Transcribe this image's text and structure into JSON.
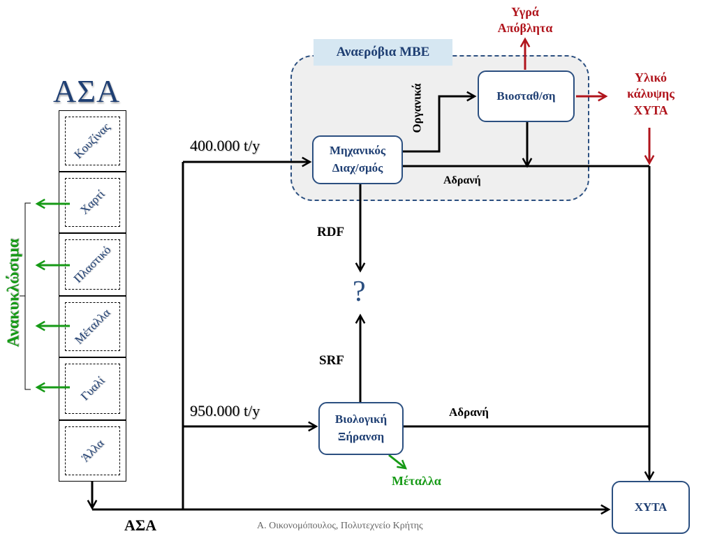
{
  "title": "ΑΣΑ",
  "waste_streams": [
    "Κουζίνας",
    "Χαρτί",
    "Πλαστικό",
    "Μέταλλα",
    "Γυαλί",
    "Άλλα"
  ],
  "recyclables_label": "Ανακυκλώσιμα",
  "mbe_title": "Αναερόβια ΜΒΕ",
  "boxes": {
    "mechanical_line1": "Μηχανικός",
    "mechanical_line2": "Διαχ/σμός",
    "biostab": "Βιοσταθ/ση",
    "bio_dry_line1": "Βιολογική",
    "bio_dry_line2": "Ξήρανση",
    "landfill": "ΧΥΤΑ"
  },
  "labels": {
    "flow_400": "400.000 t/y",
    "flow_950": "950.000 t/y",
    "organics": "Οργανικά",
    "inert_top": "Αδρανή",
    "inert_bottom": "Αδρανή",
    "rdf": "RDF",
    "srf": "SRF",
    "question": "?",
    "metals": "Μέταλλα",
    "asa_bottom": "ΑΣΑ",
    "liquid_line1": "Υγρά",
    "liquid_line2": "Απόβλητα",
    "cover_line1": "Υλικό",
    "cover_line2": "κάλυψης",
    "cover_line3": "ΧΥΤΑ"
  },
  "footer": "Α. Οικονομόπουλος, Πολυτεχνείο Κρήτης",
  "colors": {
    "box_border": "#2b4f80",
    "text_blue": "#1f3f73",
    "red": "#b0141c",
    "green": "#169a16",
    "mbe_fill": "#efefef",
    "mbe_title_fill": "#d6e7f2"
  }
}
